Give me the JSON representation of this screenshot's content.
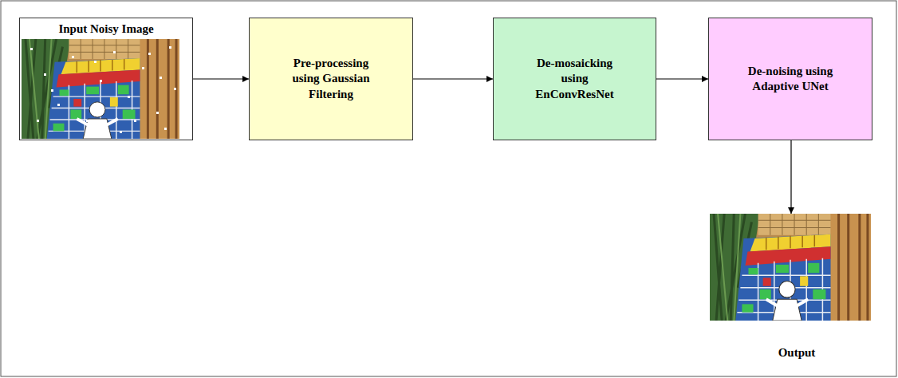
{
  "diagram": {
    "nodes": [
      {
        "text": [
          "Input Noisy Image"
        ]
      },
      {
        "text": [
          "Pre-processing using Gaussian Filtering"
        ]
      },
      {
        "text": [
          "De-mosaicking using EnConvResNet"
        ]
      },
      {
        "text": [
          "De-noising using Adaptive UNet"
        ]
      },
      {
        "text": [
          "Output"
        ]
      }
    ],
    "edges": [
      {
        "from": 0,
        "to": 1,
        "arrow": "to"
      },
      {
        "from": 1,
        "to": 2,
        "arrow": "to"
      },
      {
        "from": 2,
        "to": 3,
        "arrow": "to"
      },
      {
        "from": 3,
        "to": 4,
        "arrow": "to"
      }
    ]
  }
}
